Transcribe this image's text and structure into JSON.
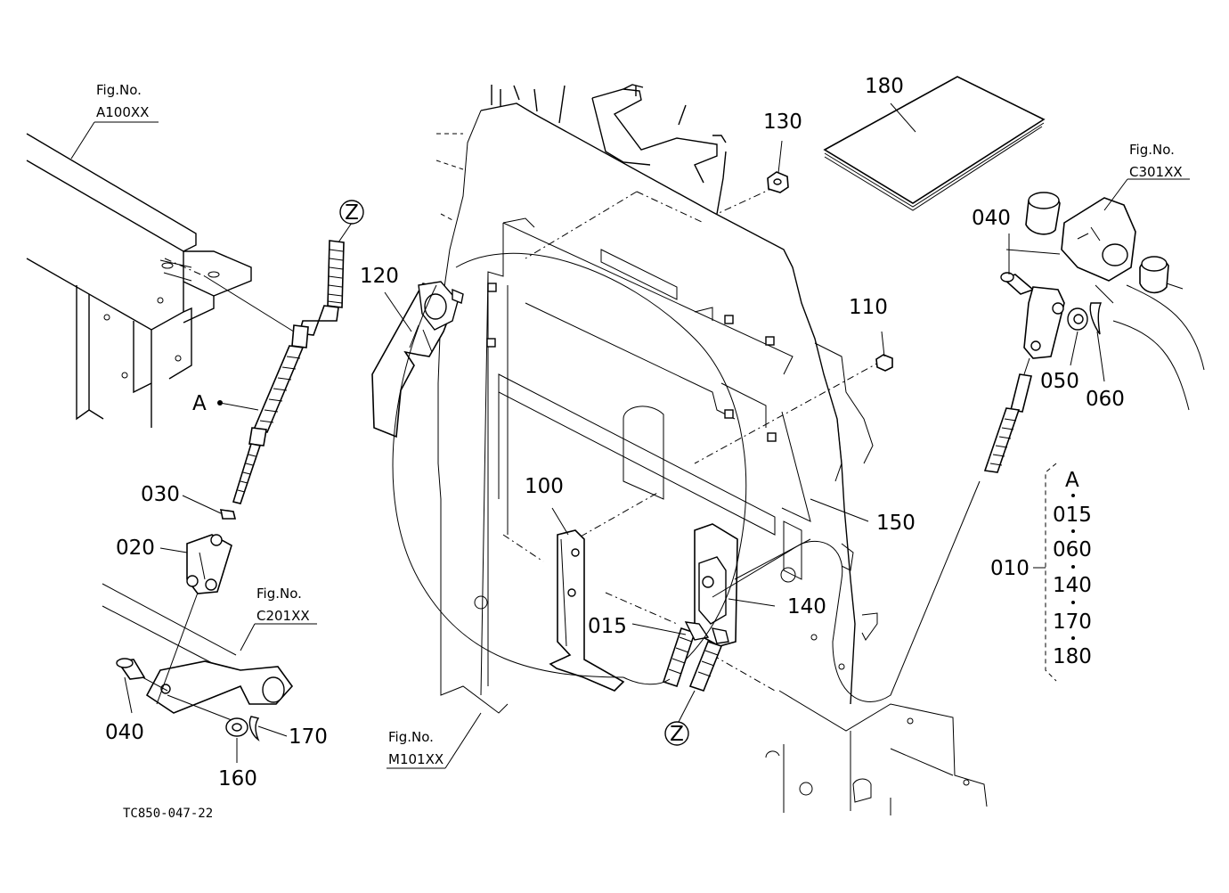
{
  "diagram_code": "TC850-047-22",
  "fig_refs": {
    "a100": {
      "prefix": "Fig.No.",
      "code": "A100XX"
    },
    "c201": {
      "prefix": "Fig.No.",
      "code": "C201XX"
    },
    "c301": {
      "prefix": "Fig.No.",
      "code": "C301XX"
    },
    "m101": {
      "prefix": "Fig.No.",
      "code": "M101XX"
    }
  },
  "parts": {
    "p180": "180",
    "p130": "130",
    "p120": "120",
    "p110": "110",
    "p100": "100",
    "p150": "150",
    "p140": "140",
    "p015": "015",
    "p030": "030",
    "p020": "020",
    "p040_left": "040",
    "p040_right": "040",
    "p050": "050",
    "p060": "060",
    "p160": "160",
    "p170": "170"
  },
  "markers": {
    "z_top": "Z",
    "z_bottom": "Z",
    "a": "A"
  },
  "assembly": {
    "number": "010",
    "items": [
      "A",
      "015",
      "060",
      "140",
      "170",
      "180"
    ]
  }
}
